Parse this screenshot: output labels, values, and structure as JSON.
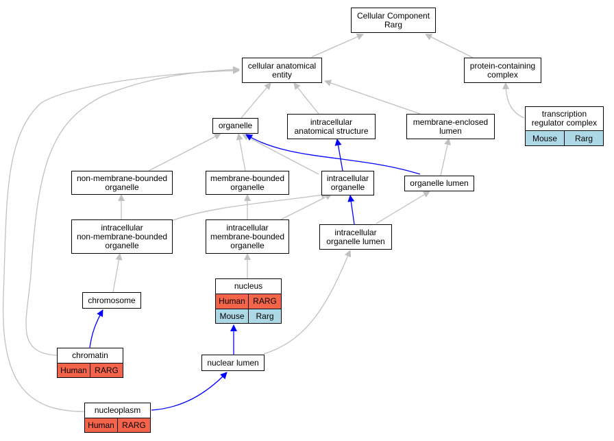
{
  "colors": {
    "edge_gray": "#c0c0c0",
    "edge_blue": "#0000ff",
    "human": "#f4644a",
    "mouse": "#add8e6"
  },
  "nodes": {
    "root": "Cellular Component\nRarg",
    "cellular_anatomical_entity": "cellular anatomical\nentity",
    "protein_containing_complex": "protein-containing\ncomplex",
    "organelle": "organelle",
    "intracellular_anatomical_structure": "intracellular\nanatomical structure",
    "membrane_enclosed_lumen": "membrane-enclosed\nlumen",
    "transcription_regulator_complex": {
      "label": "transcription\nregulator complex",
      "species": "Mouse",
      "gene": "Rarg"
    },
    "non_membrane_bounded_organelle": "non-membrane-bounded\norganelle",
    "membrane_bounded_organelle": "membrane-bounded\norganelle",
    "intracellular_organelle": "intracellular\norganelle",
    "organelle_lumen": "organelle lumen",
    "intracellular_non_membrane_bounded_organelle": "intracellular\nnon-membrane-bounded\norganelle",
    "intracellular_membrane_bounded_organelle": "intracellular\nmembrane-bounded\norganelle",
    "intracellular_organelle_lumen": "intracellular\norganelle lumen",
    "chromosome": "chromosome",
    "nucleus": {
      "label": "nucleus",
      "rows": [
        {
          "species": "Human",
          "gene": "RARG"
        },
        {
          "species": "Mouse",
          "gene": "Rarg"
        }
      ]
    },
    "chromatin": {
      "label": "chromatin",
      "species": "Human",
      "gene": "RARG"
    },
    "nuclear_lumen": "nuclear lumen",
    "nucleoplasm": {
      "label": "nucleoplasm",
      "species": "Human",
      "gene": "RARG"
    }
  }
}
